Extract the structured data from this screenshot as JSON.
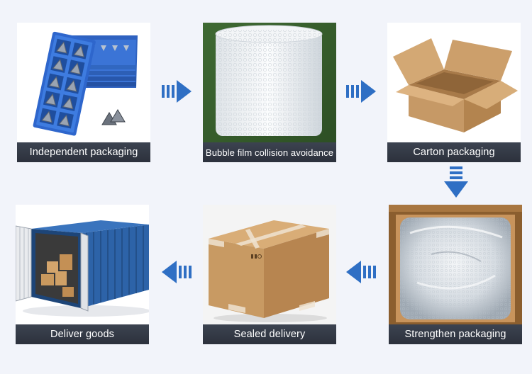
{
  "steps": [
    {
      "label": "Independent packaging"
    },
    {
      "label": "Bubble film collision avoidance"
    },
    {
      "label": "Carton packaging"
    },
    {
      "label": "Deliver goods"
    },
    {
      "label": "Sealed delivery"
    },
    {
      "label": "Strengthen packaging"
    }
  ],
  "colors": {
    "arrow": "#2f6fc4",
    "label_bg": "#323843",
    "page_bg": "#f2f4fa",
    "container": "#2d63a8",
    "carton": "#c79a63"
  },
  "icons": {
    "flow_arrow": "triple-bar-arrow-icon"
  }
}
